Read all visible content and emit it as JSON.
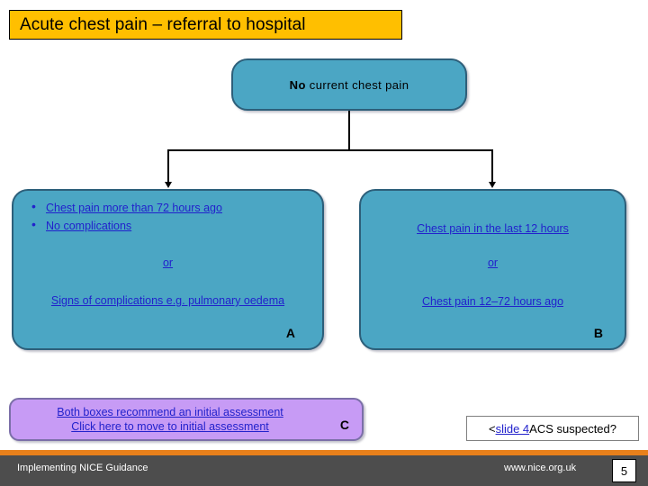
{
  "slide": {
    "title": "Acute chest pain – referral to hospital",
    "title_bg": "#FFBF00",
    "box_fill": "#4BA6C4",
    "box_stroke": "#2D5F7A",
    "purple_fill": "#C79BF5",
    "link_color": "#2222CC",
    "accent_orange": "#E8801B"
  },
  "top_box": {
    "label_strong": "No",
    "label_rest": " current chest pain"
  },
  "box_a": {
    "letter": "A",
    "bullets": [
      "Chest pain more than 72 hours ago",
      "No complications"
    ],
    "conjunction": "or",
    "tail": "Signs of complications e.g. pulmonary oedema"
  },
  "box_b": {
    "letter": "B",
    "head": "Chest pain in the last 12 hours",
    "conjunction": "or",
    "tail": "Chest pain 12–72 hours ago"
  },
  "box_c": {
    "letter": "C",
    "line1": "Both boxes recommend an initial assessment",
    "line2": "Click here to move to initial assessment"
  },
  "slide_link": {
    "prefix": "< ",
    "link_text": "slide 4",
    "suffix": " ACS suspected?"
  },
  "footer": {
    "left_text": "Implementing NICE Guidance",
    "url": "www.nice.org.uk",
    "page_number": "5"
  }
}
